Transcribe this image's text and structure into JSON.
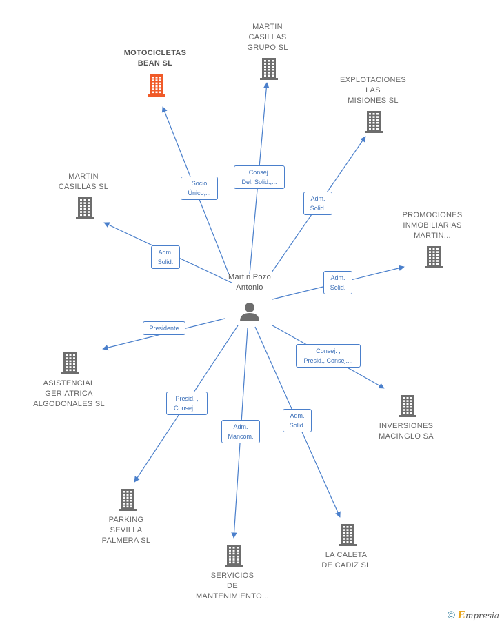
{
  "center": {
    "name": "Martin Pozo\nAntonio",
    "icon": "person-icon"
  },
  "companies": [
    {
      "id": "motocicletas",
      "name": "MOTOCICLETAS\nBEAN SL",
      "highlight": true,
      "icon": "building-icon",
      "color": "#f05a28"
    },
    {
      "id": "grupo",
      "name": "MARTIN\nCASILLAS\nGRUPO SL",
      "icon": "building-icon",
      "color": "#6d6d6d"
    },
    {
      "id": "explotaciones",
      "name": "EXPLOTACIONES\nLAS\nMISIONES SL",
      "icon": "building-icon",
      "color": "#6d6d6d"
    },
    {
      "id": "casillas",
      "name": "MARTIN\nCASILLAS SL",
      "icon": "building-icon",
      "color": "#6d6d6d"
    },
    {
      "id": "promociones",
      "name": "PROMOCIONES\nINMOBILIARIAS\nMARTIN...",
      "icon": "building-icon",
      "color": "#6d6d6d"
    },
    {
      "id": "asistencial",
      "name": "ASISTENCIAL\nGERIATRICA\nALGODONALES SL",
      "icon": "building-icon",
      "color": "#6d6d6d"
    },
    {
      "id": "inversiones",
      "name": "INVERSIONES\nMACINGLO SA",
      "icon": "building-icon",
      "color": "#6d6d6d"
    },
    {
      "id": "parking",
      "name": "PARKING\nSEVILLA\nPALMERA  SL",
      "icon": "building-icon",
      "color": "#6d6d6d"
    },
    {
      "id": "servicios",
      "name": "SERVICIOS\nDE\nMANTENIMIENTO...",
      "icon": "building-icon",
      "color": "#6d6d6d"
    },
    {
      "id": "caleta",
      "name": "LA CALETA\nDE CADIZ SL",
      "icon": "building-icon",
      "color": "#6d6d6d"
    }
  ],
  "relations": [
    {
      "to": "motocicletas",
      "label": "Socio\nÚnico,..."
    },
    {
      "to": "grupo",
      "label": "Consej.\nDel. Solid.,..."
    },
    {
      "to": "explotaciones",
      "label": "Adm.\nSolid."
    },
    {
      "to": "casillas",
      "label": "Adm.\nSolid."
    },
    {
      "to": "promociones",
      "label": "Adm.\nSolid."
    },
    {
      "to": "asistencial",
      "label": "Presidente"
    },
    {
      "to": "inversiones",
      "label": "Consej. ,\nPresid., Consej...."
    },
    {
      "to": "parking",
      "label": "Presid. ,\nConsej...."
    },
    {
      "to": "servicios",
      "label": "Adm.\nMancom."
    },
    {
      "to": "caleta",
      "label": "Adm.\nSolid."
    }
  ],
  "colors": {
    "edge": "#4a7fcb",
    "person": "#6d6d6d"
  },
  "footer": {
    "copyright": "©",
    "brand_initial": "E",
    "brand_rest": "mpresia"
  }
}
